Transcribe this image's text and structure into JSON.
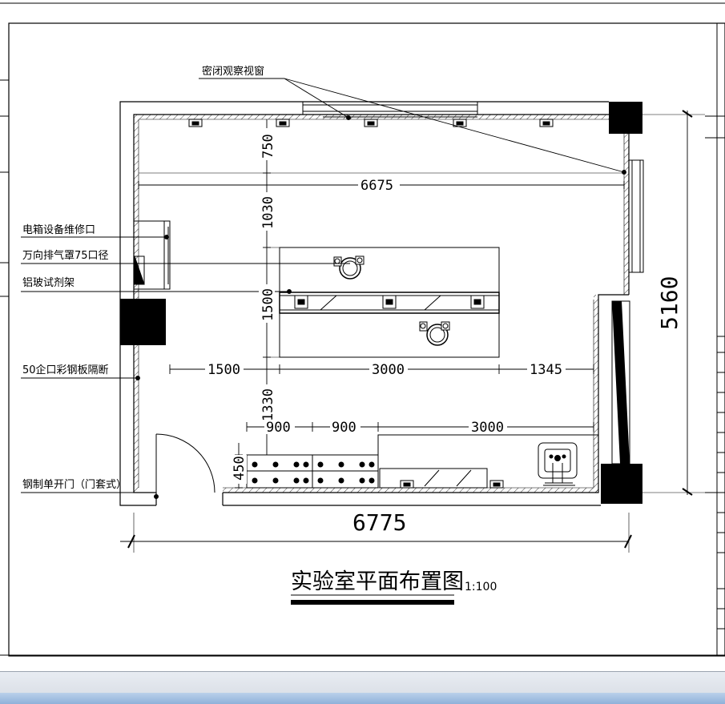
{
  "drawing": {
    "title": "实验室平面布置图",
    "scale": "1:100"
  },
  "labels": {
    "window": "密闭观察视窗",
    "electric_box": "电箱设备维修口",
    "exhaust_hood": "万向排气罩75口径",
    "glass_rack": "铝玻试剂架",
    "partition": "50企口彩钢板隔断",
    "door": "钢制单开门（门套式）"
  },
  "dimensions": {
    "overall_width": "6775",
    "overall_height": "5160",
    "inner_width": "6675",
    "d750": "750",
    "d1030": "1030",
    "d1500v": "1500",
    "d1330": "1330",
    "d450": "450",
    "d1500h": "1500",
    "d3000": "3000",
    "d1345": "1345",
    "d900a": "900",
    "d900b": "900",
    "d3000b": "3000"
  },
  "colors": {
    "line": "#000000",
    "paper": "#ffffff"
  }
}
